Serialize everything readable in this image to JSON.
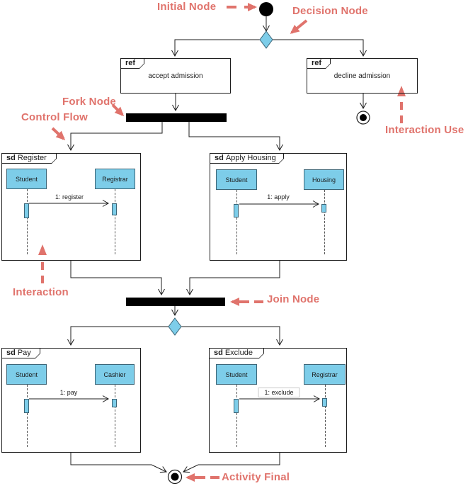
{
  "annotations": {
    "initial_node": "Initial Node",
    "decision_node": "Decision Node",
    "fork_node": "Fork Node",
    "control_flow": "Control Flow",
    "interaction_use": "Interaction Use",
    "interaction": "Interaction",
    "join_node": "Join Node",
    "activity_final": "Activity Final"
  },
  "ref_frames": [
    {
      "tag": "ref",
      "title": "accept admission"
    },
    {
      "tag": "ref",
      "title": "decline admission"
    }
  ],
  "sd_frames": [
    {
      "tag": "sd",
      "title": "Register",
      "lifelines": [
        "Student",
        "Registrar"
      ],
      "message": "1: register"
    },
    {
      "tag": "sd",
      "title": "Apply Housing",
      "lifelines": [
        "Student",
        "Housing"
      ],
      "message": "1: apply"
    },
    {
      "tag": "sd",
      "title": "Pay",
      "lifelines": [
        "Student",
        "Cashier"
      ],
      "message": "1: pay"
    },
    {
      "tag": "sd",
      "title": "Exclude",
      "lifelines": [
        "Student",
        "Registrar"
      ],
      "message": "1: exclude"
    }
  ],
  "colors": {
    "annotation": "#e0736c",
    "node_fill": "#7dcde9",
    "node_border": "#3c6577",
    "bar": "#000000"
  }
}
